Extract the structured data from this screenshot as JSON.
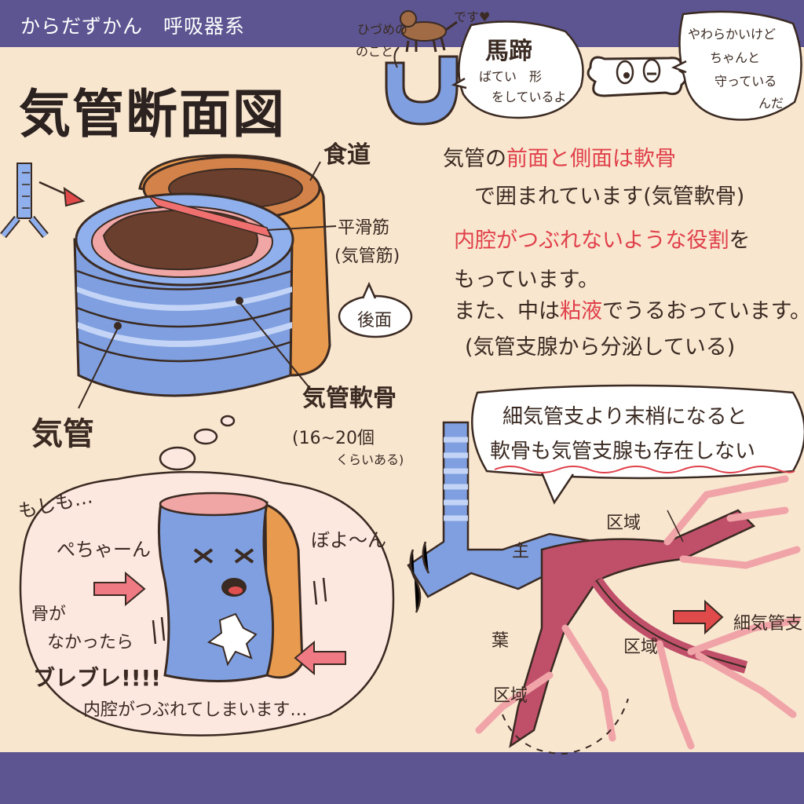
{
  "header": {
    "series": "からだずかん　呼吸器系"
  },
  "title": "気管断面図",
  "dog_note": {
    "line1": "ひづめの",
    "line2": "のこと",
    "love": "です♥"
  },
  "horseshoe_bubble": {
    "line1": "馬蹄",
    "line2": "ばてい　形",
    "line3": "をしているよ"
  },
  "bone_bubble": {
    "line1": "やわらかいけど",
    "line2": "ちゃんと",
    "line3": "守っている",
    "line4": "んだ"
  },
  "labels": {
    "esophagus": "食道",
    "smooth_muscle": "平滑筋",
    "smooth_muscle_sub": "(気管筋)",
    "posterior": "後面",
    "tracheal_cartilage": "気管軟骨",
    "cartilage_count": "(16~20個",
    "cartilage_count2": "くらいある)",
    "trachea": "気管"
  },
  "description": {
    "l1_pre": "気管の",
    "l1_red": "前面と側面は軟骨",
    "l2": "で囲まれています(気管軟骨)",
    "l3_red": "内腔がつぶれないような役割",
    "l3_post": "を",
    "l4": "もっています。",
    "l5_pre": "また、中は",
    "l5_red": "粘液",
    "l5_post": "でうるおっています。",
    "l6": "(気管支腺から分泌している)"
  },
  "bronchiole_bubble": {
    "line1": "細気管支より末梢になると",
    "line2": "軟骨も気管支腺も存在しない"
  },
  "bronchi_labels": {
    "main": "主",
    "lobar": "葉",
    "segmental_1": "区域",
    "segmental_2": "区域",
    "segmental_3": "区域",
    "bronchioles": "細気管支"
  },
  "what_if": {
    "moshimo": "もしも…",
    "pechan": "ぺちゃーん",
    "boyon": "ぼよ〜ん",
    "no_bone": "骨が",
    "no_bone2": "なかったら",
    "burebure": "ブレブレ!!!!",
    "collapse": "内腔がつぶれてしまいます…"
  },
  "colors": {
    "frame": "#5c5591",
    "paper": "#f8e6cf",
    "cartilage_blue": "#7f9fe0",
    "esophagus_orange": "#e89a4e",
    "emphasis_red": "#e0404a",
    "bronchus_pink": "#f0a4a8"
  }
}
